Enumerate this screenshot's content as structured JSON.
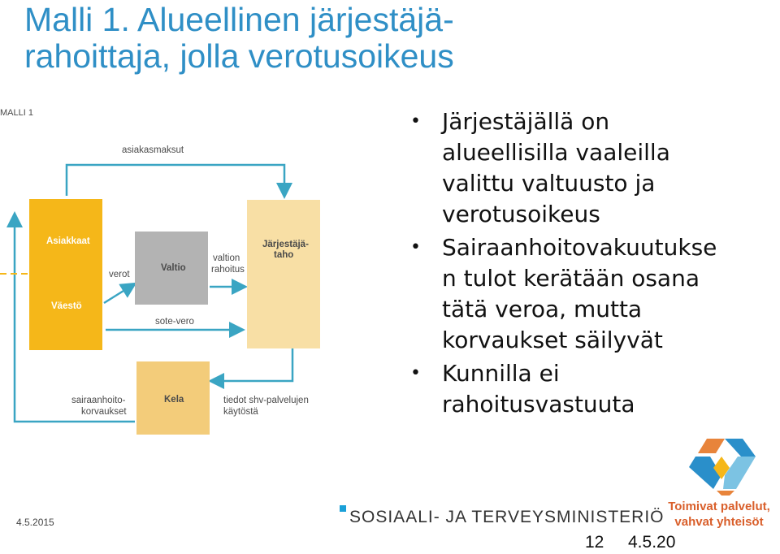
{
  "title": {
    "line1": "Malli 1. Alueellinen järjestäjä-",
    "line2": "rahoittaja, jolla verotusoikeus"
  },
  "diagram": {
    "corner_label": "MALLI 1",
    "asiakasmaksut": "asiakasmaksut",
    "asiakkaat": "Asiakkaat",
    "vaesto": "Väestö",
    "verot": "verot",
    "valtio": "Valtio",
    "valtion_rahoitus_1": "valtion",
    "valtion_rahoitus_2": "rahoitus",
    "jarjestaja_1": "Järjestäjä-",
    "jarjestaja_2": "taho",
    "sote_vero": "sote-vero",
    "sairaanhoito_1": "sairaanhoito-",
    "sairaanhoito_2": "korvaukset",
    "kela": "Kela",
    "tiedot_1": "tiedot shv-palvelujen",
    "tiedot_2": "käytöstä",
    "colors": {
      "asiakkaat": "#f5b719",
      "valtio": "#b3b3b3",
      "jarjestaja": "#f8dfa5",
      "kela": "#f3cc7a",
      "arrow": "#3aa5c3"
    }
  },
  "bullets": [
    {
      "text": "Järjestäjällä on\nalueellisilla vaaleilla\nvalittu valtuusto ja\nverotusoikeus"
    },
    {
      "text": "Sairaanhoitovakuutukse\nn tulot kerätään osana\ntätä veroa, mutta\nkorvaukset säilyvät"
    },
    {
      "text": "Kunnilla ei\nrahoitusvastuuta"
    }
  ],
  "footer": {
    "date_left": "4.5.2015",
    "ministry": "SOSIAALI- JA TERVEYSMINISTERIÖ",
    "slide_number": "12",
    "slide_date": "4.5.20",
    "logo_line1": "Toimivat palvelut,",
    "logo_line2": "vahvat yhteisöt"
  }
}
